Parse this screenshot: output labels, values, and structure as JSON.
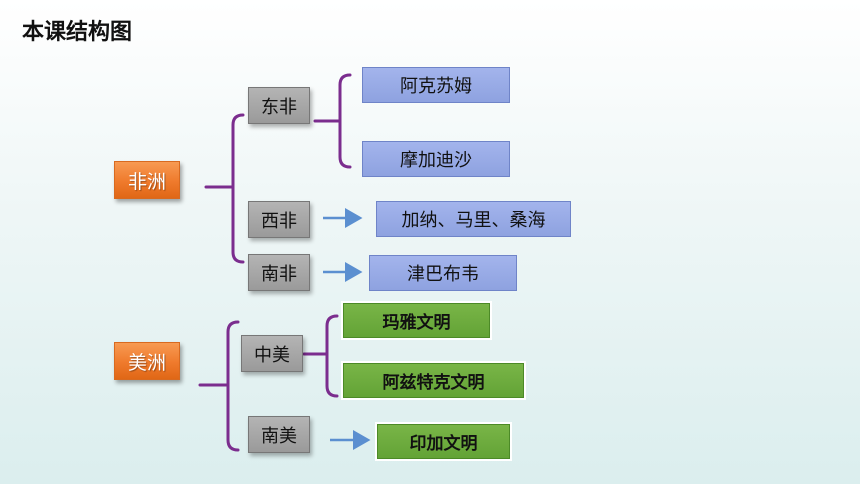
{
  "title": "本课结构图",
  "africa": {
    "label": "非洲",
    "east": {
      "label": "东非",
      "items": [
        "阿克苏姆",
        "摩加迪沙"
      ]
    },
    "west": {
      "label": "西非",
      "item": "加纳、马里、桑海"
    },
    "south": {
      "label": "南非",
      "item": "津巴布韦"
    }
  },
  "america": {
    "label": "美洲",
    "central": {
      "label": "中美",
      "items": [
        "玛雅文明",
        "阿兹特克文明"
      ]
    },
    "south": {
      "label": "南美",
      "item": "印加文明"
    }
  },
  "colors": {
    "bracket": "#7b2d8e",
    "arrow": "#5b8fd0",
    "region": "#ef7a2c",
    "sub": "#a6a6a6",
    "leaf_blue": "#95a8e4",
    "leaf_green": "#6aaa3a"
  }
}
